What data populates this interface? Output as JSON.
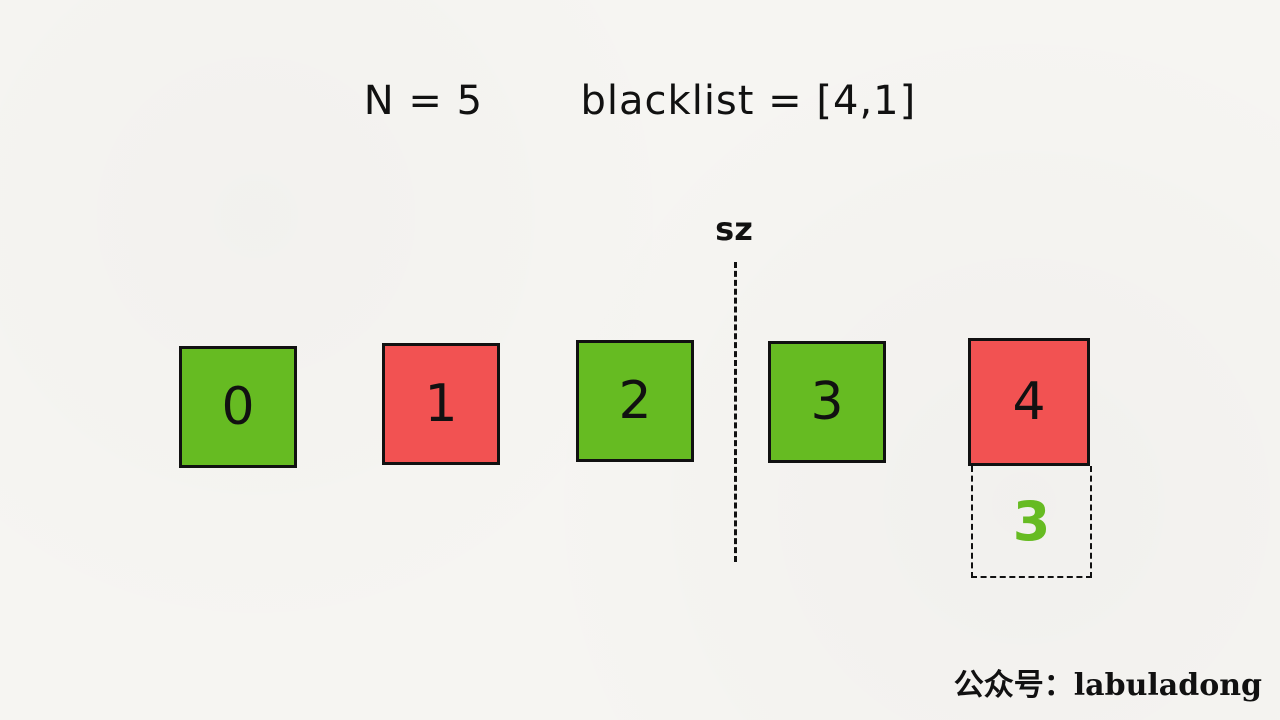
{
  "header": {
    "n_text": "N = 5",
    "blacklist_text": "blacklist = [4,1]"
  },
  "divider": {
    "label": "sz"
  },
  "boxes": [
    {
      "value": "0",
      "color": "#66bb22"
    },
    {
      "value": "1",
      "color": "#f25252"
    },
    {
      "value": "2",
      "color": "#66bb22"
    },
    {
      "value": "3",
      "color": "#66bb22"
    },
    {
      "value": "4",
      "color": "#f25252"
    }
  ],
  "mapping": {
    "value": "3",
    "color": "#66bb22"
  },
  "watermark": "公众号：labuladong"
}
